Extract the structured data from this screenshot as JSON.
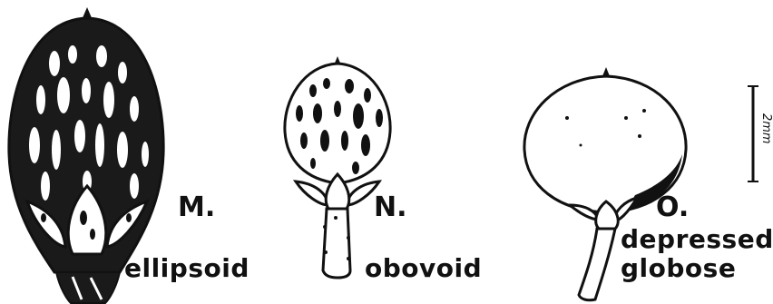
{
  "panels": [
    {
      "letter": "M.",
      "shape": "ellipsoid"
    },
    {
      "letter": "N.",
      "shape": "obovoid"
    },
    {
      "letter": "O.",
      "shape_line1": "depressed-",
      "shape_line2": "globose"
    }
  ],
  "scale_bar": {
    "label": "2mm"
  },
  "colors": {
    "ink": "#111111",
    "paper": "#ffffff"
  }
}
